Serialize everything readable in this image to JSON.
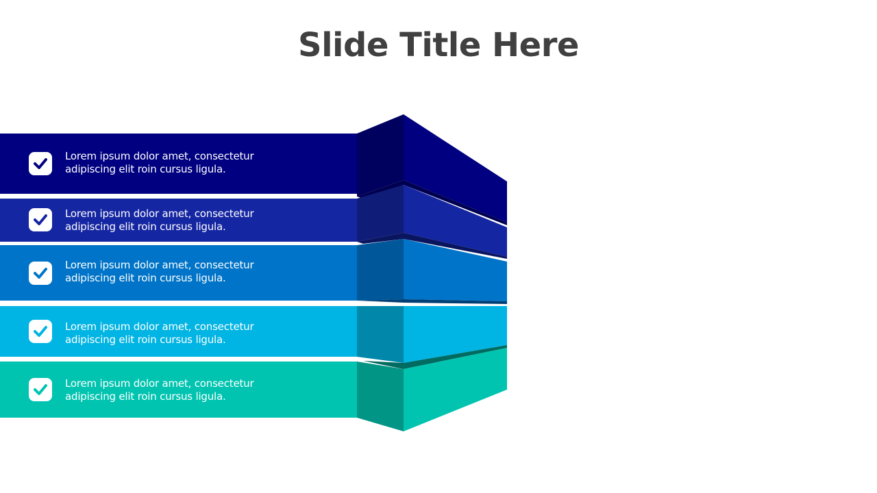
{
  "slide": {
    "title": "Slide Title Here"
  },
  "items": [
    {
      "text_line1": "Lorem ipsum dolor amet, consectetur",
      "text_line2": "adipiscing elit roin cursus ligula.",
      "color": "#000080",
      "dark": "#00005e",
      "icon": "checkmark-icon"
    },
    {
      "text_line1": "Lorem ipsum dolor amet, consectetur",
      "text_line2": "adipiscing elit roin cursus ligula.",
      "color": "#1526a2",
      "dark": "#0f1c78",
      "icon": "checkmark-icon"
    },
    {
      "text_line1": "Lorem ipsum dolor amet, consectetur",
      "text_line2": "adipiscing elit roin cursus ligula.",
      "color": "#0074c8",
      "dark": "#005799",
      "icon": "checkmark-icon"
    },
    {
      "text_line1": "Lorem ipsum dolor amet, consectetur",
      "text_line2": "adipiscing elit roin cursus ligula.",
      "color": "#00b4e3",
      "dark": "#0087aa",
      "icon": "checkmark-icon"
    },
    {
      "text_line1": "Lorem ipsum dolor amet, consectetur",
      "text_line2": "adipiscing elit roin cursus ligula.",
      "color": "#00c4b0",
      "dark": "#009585",
      "icon": "checkmark-icon"
    }
  ]
}
